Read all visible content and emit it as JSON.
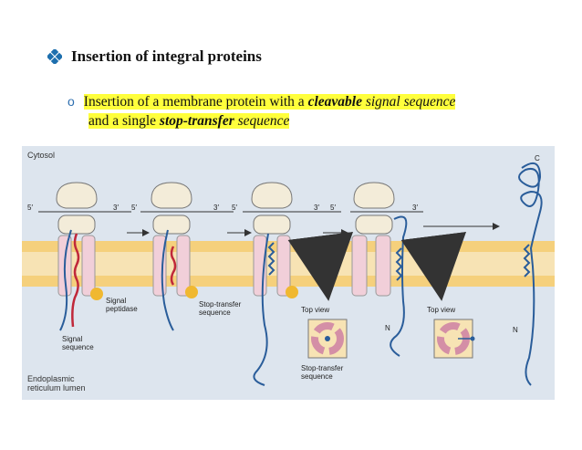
{
  "heading": {
    "icon": "diamond-bullet-icon",
    "text": "Insertion of integral proteins"
  },
  "subpoint": {
    "marker": "o",
    "line1_prefix": "Insertion of a membrane protein with a ",
    "line1_bold_italic": "cleavable",
    "line1_suffix": " signal sequence",
    "line2_prefix": "and a single ",
    "line2_bold_italic": "stop-transfer",
    "line2_suffix": " sequence"
  },
  "figure": {
    "cytosol": "Cytosol",
    "lumen_line1": "Endoplasmic",
    "lumen_line2": "reticulum lumen",
    "five_prime": "5′",
    "three_prime": "3′",
    "signal_peptidase_1": "Signal",
    "signal_peptidase_2": "peptidase",
    "signal_sequence_1": "Signal",
    "signal_sequence_2": "sequence",
    "stop_transfer_1": "Stop-transfer",
    "stop_transfer_2": "sequence",
    "top_view": "Top view",
    "n_label": "N",
    "c_label": "C"
  },
  "colors": {
    "highlight": "#ffff3c",
    "membrane": "#f2c46a",
    "background": "#dfe6ee",
    "ribosome": "#f3ecd9",
    "chain": "#2a5d9a",
    "signal": "#c0283a"
  }
}
